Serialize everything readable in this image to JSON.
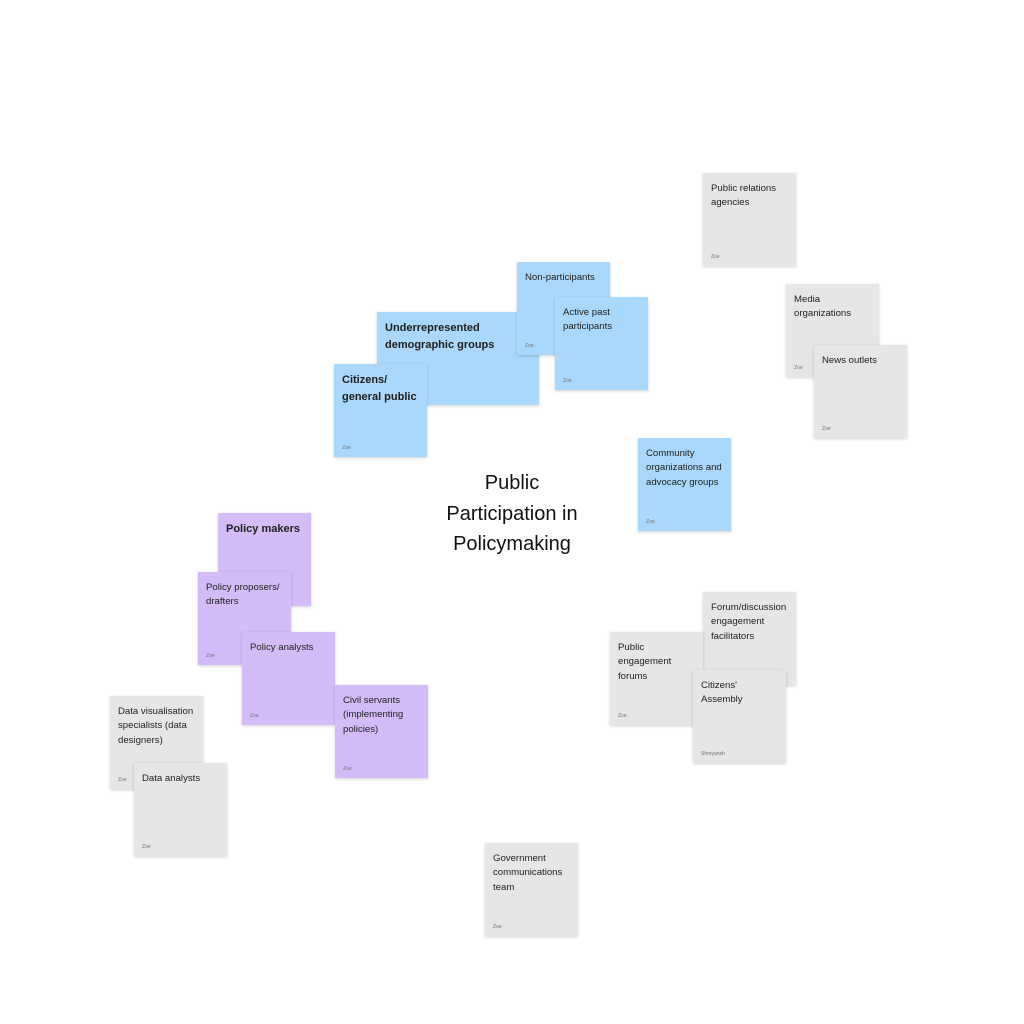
{
  "board": {
    "title": "Public\nParticipation in\nPolicymaking",
    "colors": {
      "gray": "#e6e6e6",
      "blue": "#a9d8fc",
      "purple": "#d3bcf8"
    }
  },
  "notes": {
    "public_relations": {
      "text": "Public relations agencies",
      "author": "Zoe"
    },
    "media_orgs": {
      "text": "Media organizations",
      "author": "Zoe"
    },
    "news_outlets": {
      "text": "News outlets",
      "author": "Zoe"
    },
    "non_participants": {
      "text": "Non-participants",
      "author": "Zoe"
    },
    "active_past": {
      "text": "Active past participants",
      "author": "Zoe"
    },
    "underrepresented": {
      "text": "Underrepresented demographic groups",
      "author": ""
    },
    "citizens_public": {
      "text": "Citizens/ general public",
      "author": "Zoe"
    },
    "community_orgs": {
      "text": "Community organizations and advocacy groups",
      "author": "Zoe"
    },
    "policy_makers": {
      "text": "Policy makers",
      "author": ""
    },
    "policy_proposers": {
      "text": "Policy proposers/ drafters",
      "author": "Zoe"
    },
    "policy_analysts": {
      "text": "Policy analysts",
      "author": "Zoe"
    },
    "civil_servants": {
      "text": "Civil servants (implementing policies)",
      "author": "Zoe"
    },
    "data_vis": {
      "text": "Data visualisation specialists (data designers)",
      "author": "Zoe"
    },
    "data_analysts": {
      "text": "Data analysts",
      "author": "Zoe"
    },
    "forum_facilitators": {
      "text": "Forum/discussion engagement facilitators",
      "author": ""
    },
    "engagement_forums": {
      "text": "Public engagement forums",
      "author": "Zoe"
    },
    "citizens_assembly": {
      "text": "Citizens' Assembly",
      "author": "Shreyansh"
    },
    "gov_comms": {
      "text": "Government communications team",
      "author": "Zoe"
    }
  }
}
